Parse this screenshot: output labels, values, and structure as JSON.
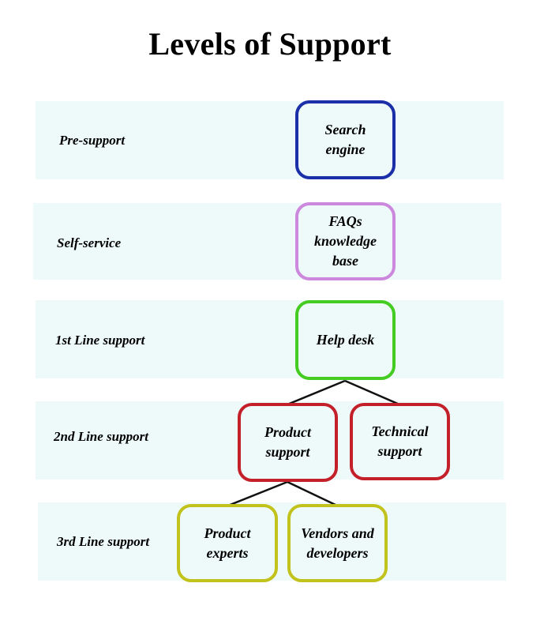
{
  "diagram": {
    "title": "Levels of Support",
    "levels": [
      {
        "label": "Pre-support"
      },
      {
        "label": "Self-service"
      },
      {
        "label": "1st Line support"
      },
      {
        "label": "2nd Line support"
      },
      {
        "label": "3rd Line support"
      }
    ],
    "nodes": {
      "search_engine": {
        "text": "Search\nengine",
        "color": "#1a2fa8"
      },
      "faqs": {
        "text": "FAQs\nknowledge\nbase",
        "color": "#cc88dd"
      },
      "help_desk": {
        "text": "Help desk",
        "color": "#44cc22"
      },
      "product_support": {
        "text": "Product\nsupport",
        "color": "#c4202a"
      },
      "technical_support": {
        "text": "Technical\nsupport",
        "color": "#c4202a"
      },
      "product_experts": {
        "text": "Product\nexperts",
        "color": "#c2c21c"
      },
      "vendors": {
        "text": "Vendors and\ndevelopers",
        "color": "#c2c21c"
      }
    },
    "edges": [
      {
        "from": "help_desk",
        "to": "product_support"
      },
      {
        "from": "help_desk",
        "to": "technical_support"
      },
      {
        "from": "product_support",
        "to": "product_experts"
      },
      {
        "from": "product_support",
        "to": "vendors"
      }
    ],
    "band_color": "#eefafa",
    "line_color": "#111111"
  }
}
